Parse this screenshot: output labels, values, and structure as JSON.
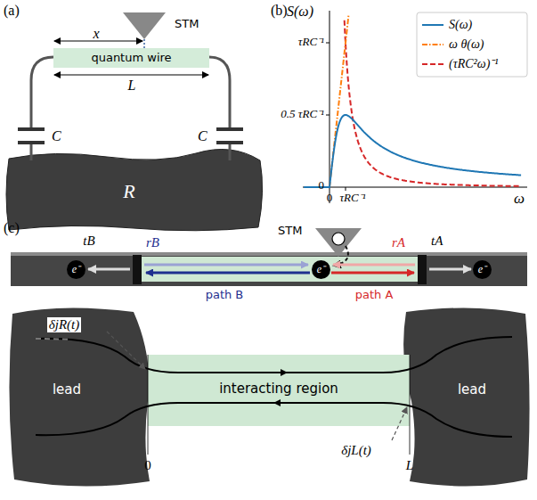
{
  "diagram": {
    "nodes": [
      {
        "text": [
          "quantum wire"
        ]
      },
      {
        "text": [
          "R"
        ]
      },
      {
        "text": [
          "e⁻"
        ]
      },
      {
        "text": [
          "e⁻"
        ]
      },
      {
        "text": [
          "e⁻"
        ]
      },
      {
        "text": [
          "lead"
        ]
      },
      {
        "text": [
          "interacting region"
        ]
      },
      {
        "text": [
          "lead"
        ]
      }
    ],
    "labels": [
      "(a)",
      "STM",
      "x",
      "L",
      "C",
      "C",
      "(b)",
      "S(ω)",
      "τRC⁻¹",
      "0.5 τRC⁻¹",
      "0",
      "0",
      "τRC⁻¹",
      "ω",
      "(c)",
      "STM",
      "tB",
      "rB",
      "rA",
      "tA",
      "path B",
      "path A",
      "δjR(t)",
      "δjL(t)",
      "0",
      "L"
    ],
    "legend": [
      {
        "text": "S(ω)"
      },
      {
        "text": "ω θ(ω)"
      },
      {
        "text": "(τRC²ω)⁻¹"
      }
    ]
  }
}
